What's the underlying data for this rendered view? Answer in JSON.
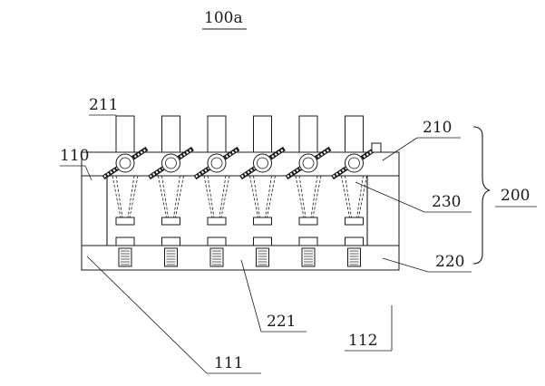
{
  "figure": {
    "title": "100a",
    "labels": {
      "l211": "211",
      "l110": "110",
      "l210": "210",
      "l200": "200",
      "l230": "230",
      "l220": "220",
      "l221": "221",
      "l112": "112",
      "l111": "111"
    },
    "station_count": 6,
    "line_color": "#1a1a1a"
  }
}
